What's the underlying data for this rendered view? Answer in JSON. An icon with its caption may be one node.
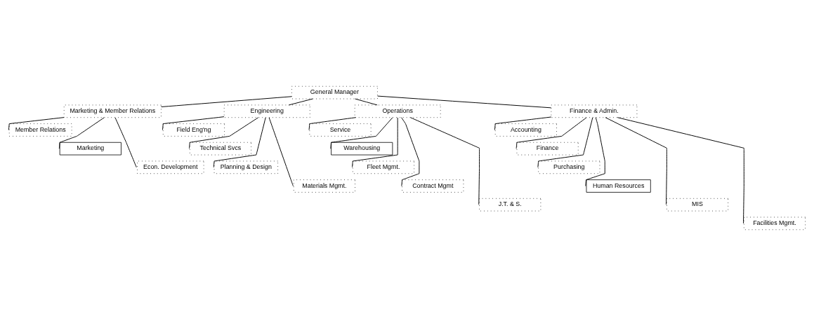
{
  "diagram": {
    "nodes": [
      {
        "text": [
          "General Manager"
        ]
      },
      {
        "text": [
          "Marketing & Member Relations"
        ]
      },
      {
        "text": [
          "Engineering"
        ]
      },
      {
        "text": [
          "Operations"
        ]
      },
      {
        "text": [
          "Finance & Admin."
        ]
      },
      {
        "text": [
          "Member Relations"
        ]
      },
      {
        "text": [
          "Marketing"
        ]
      },
      {
        "text": [
          "Econ. Development"
        ]
      },
      {
        "text": [
          "Field Eng'ng"
        ]
      },
      {
        "text": [
          "Technical Svcs"
        ]
      },
      {
        "text": [
          "Planning & Design"
        ]
      },
      {
        "text": [
          "Materials Mgmt."
        ]
      },
      {
        "text": [
          "Service"
        ]
      },
      {
        "text": [
          "Warehousing"
        ]
      },
      {
        "text": [
          "Fleet Mgmt."
        ]
      },
      {
        "text": [
          "Contract Mgmt"
        ]
      },
      {
        "text": [
          "J.T. & S."
        ]
      },
      {
        "text": [
          "Accounting"
        ]
      },
      {
        "text": [
          "Finance"
        ]
      },
      {
        "text": [
          "Purchasing"
        ]
      },
      {
        "text": [
          "Human Resources"
        ]
      },
      {
        "text": [
          "MIS"
        ]
      },
      {
        "text": [
          "Facilities Mgmt."
        ]
      }
    ],
    "edges": [
      {
        "from": 0,
        "to": 1,
        "arrow": "none"
      },
      {
        "from": 0,
        "to": 2,
        "arrow": "none"
      },
      {
        "from": 0,
        "to": 3,
        "arrow": "none"
      },
      {
        "from": 0,
        "to": 4,
        "arrow": "none"
      },
      {
        "from": 1,
        "to": 5,
        "arrow": "none"
      },
      {
        "from": 1,
        "to": 6,
        "arrow": "none"
      },
      {
        "from": 1,
        "to": 7,
        "arrow": "none"
      },
      {
        "from": 2,
        "to": 8,
        "arrow": "none"
      },
      {
        "from": 2,
        "to": 9,
        "arrow": "none"
      },
      {
        "from": 2,
        "to": 10,
        "arrow": "none"
      },
      {
        "from": 2,
        "to": 11,
        "arrow": "none"
      },
      {
        "from": 3,
        "to": 12,
        "arrow": "none"
      },
      {
        "from": 3,
        "to": 13,
        "arrow": "none"
      },
      {
        "from": 3,
        "to": 14,
        "arrow": "none"
      },
      {
        "from": 3,
        "to": 15,
        "arrow": "none"
      },
      {
        "from": 3,
        "to": 16,
        "arrow": "none"
      },
      {
        "from": 4,
        "to": 17,
        "arrow": "none"
      },
      {
        "from": 4,
        "to": 18,
        "arrow": "none"
      },
      {
        "from": 4,
        "to": 19,
        "arrow": "none"
      },
      {
        "from": 4,
        "to": 20,
        "arrow": "none"
      },
      {
        "from": 4,
        "to": 21,
        "arrow": "none"
      },
      {
        "from": 4,
        "to": 22,
        "arrow": "none"
      }
    ]
  }
}
